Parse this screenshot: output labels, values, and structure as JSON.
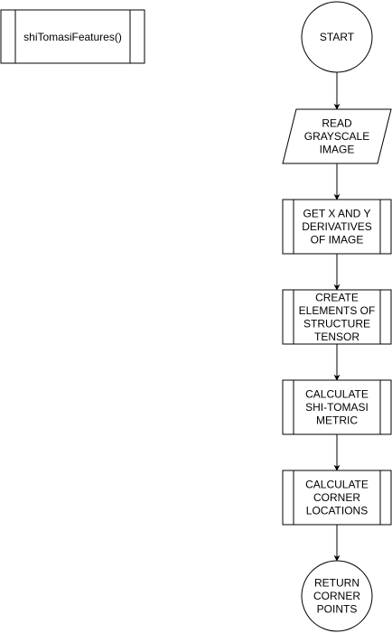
{
  "function_box": {
    "label": "shiTomasiFeatures()"
  },
  "nodes": {
    "start": {
      "shape": "circle",
      "lines": [
        "START"
      ]
    },
    "read_image": {
      "shape": "parallelogram",
      "lines": [
        "READ",
        "GRAYSCALE",
        "IMAGE"
      ]
    },
    "get_derivatives": {
      "shape": "process",
      "lines": [
        "GET X AND Y",
        "DERIVATIVES",
        "OF IMAGE"
      ]
    },
    "create_tensor": {
      "shape": "process",
      "lines": [
        "CREATE",
        "ELEMENTS OF",
        "STRUCTURE",
        "TENSOR"
      ]
    },
    "calculate_metric": {
      "shape": "process",
      "lines": [
        "CALCULATE",
        "SHI-TOMASI",
        "METRIC"
      ]
    },
    "calculate_corners": {
      "shape": "process",
      "lines": [
        "CALCULATE",
        "CORNER",
        "LOCATIONS"
      ]
    },
    "return_points": {
      "shape": "circle",
      "lines": [
        "RETURN",
        "CORNER",
        "POINTS"
      ]
    }
  },
  "edges": [
    [
      "start",
      "read_image"
    ],
    [
      "read_image",
      "get_derivatives"
    ],
    [
      "get_derivatives",
      "create_tensor"
    ],
    [
      "create_tensor",
      "calculate_metric"
    ],
    [
      "calculate_metric",
      "calculate_corners"
    ],
    [
      "calculate_corners",
      "return_points"
    ]
  ],
  "colors": {
    "stroke": "#000000",
    "fill": "#ffffff",
    "text": "#000000"
  }
}
